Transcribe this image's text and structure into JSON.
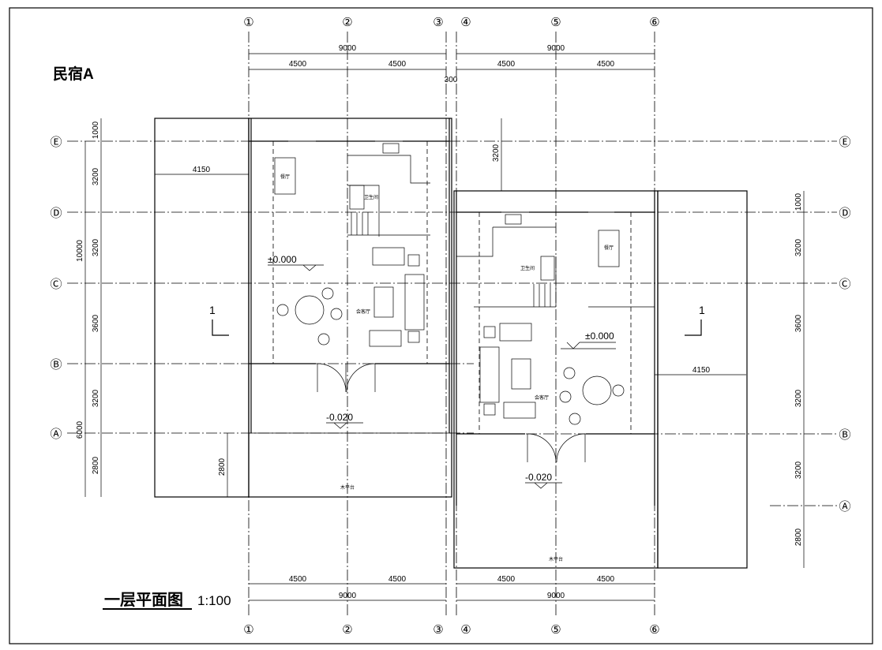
{
  "drawing": {
    "title": "民宿A",
    "plan_title": "一层平面图",
    "scale": "1:100",
    "axes_columns": [
      "①",
      "②",
      "③",
      "④",
      "⑤",
      "⑥"
    ],
    "axes_rows_left": [
      "Ⓔ",
      "Ⓓ",
      "Ⓒ",
      "Ⓑ",
      "Ⓐ"
    ],
    "axes_rows_right": [
      "Ⓔ",
      "Ⓓ",
      "Ⓒ",
      "Ⓑ",
      "Ⓐ"
    ],
    "top_dims": {
      "total_left": "9000",
      "total_right": "9000",
      "bay": "4500",
      "gap": "300"
    },
    "bottom_dims": {
      "total_left": "9000",
      "total_right": "9000",
      "bay": "4500"
    },
    "left_dims": [
      "1000",
      "3200",
      "3200",
      "3600",
      "3200",
      "2800"
    ],
    "left_totals": [
      "10000",
      "6000"
    ],
    "right_dims": [
      "1000",
      "3200",
      "3600",
      "3200",
      "3200",
      "2800"
    ],
    "inner_dims": {
      "left_offset": "4150",
      "right_offset": "4150",
      "right_top": "3200",
      "left_deck": "2800"
    },
    "levels": {
      "floor_left": "±0.000",
      "floor_right": "±0.000",
      "entry_left": "-0.020",
      "entry_right": "-0.020"
    },
    "rooms": {
      "dining": "餐厅",
      "bath": "卫生间",
      "living": "会客厅",
      "deck": "木平台"
    },
    "section_mark": "1"
  }
}
